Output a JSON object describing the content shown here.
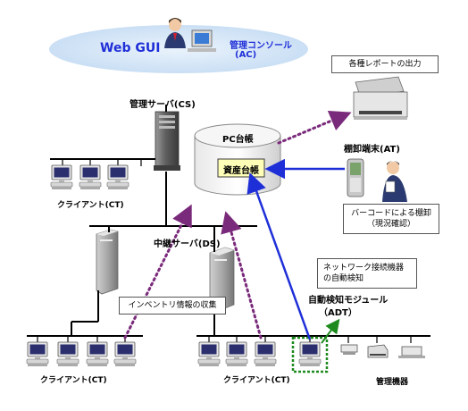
{
  "web_gui": {
    "title": "Web GUI",
    "console_label": "管理コンソール",
    "console_abbr": "(AC)"
  },
  "management_server": {
    "label": "管理サーバ(CS)"
  },
  "pc_ledger": {
    "label": "PC台帳",
    "asset_ledger": "資産台帳"
  },
  "report_output": {
    "label": "各種レポートの出力"
  },
  "inventory_terminal": {
    "label": "棚卸端末(AT)",
    "barcode_line1": "バーコードによる棚卸",
    "barcode_line2": "（現況確認）"
  },
  "relay_server": {
    "label": "中継サーバ(DS)"
  },
  "inventory_collection": {
    "label": "インベントリ情報の収集"
  },
  "auto_detect_note": {
    "line1": "ネットワーク接続機器",
    "line2": "の自動検知"
  },
  "auto_detect_module": {
    "line1": "自動検知モジュール",
    "line2": "（ADT）"
  },
  "clients": {
    "top": "クライアント(CT)",
    "bottom_left": "クライアント(CT)",
    "bottom_right": "クライアント(CT)"
  },
  "managed_devices": {
    "label": "管理機器"
  },
  "colors": {
    "accent_blue": "#1f2fd8",
    "arrow_purple": "#7a2a7a",
    "highlight_green": "#1d8a1d",
    "ellipse_blue": "#cfe2f6"
  }
}
